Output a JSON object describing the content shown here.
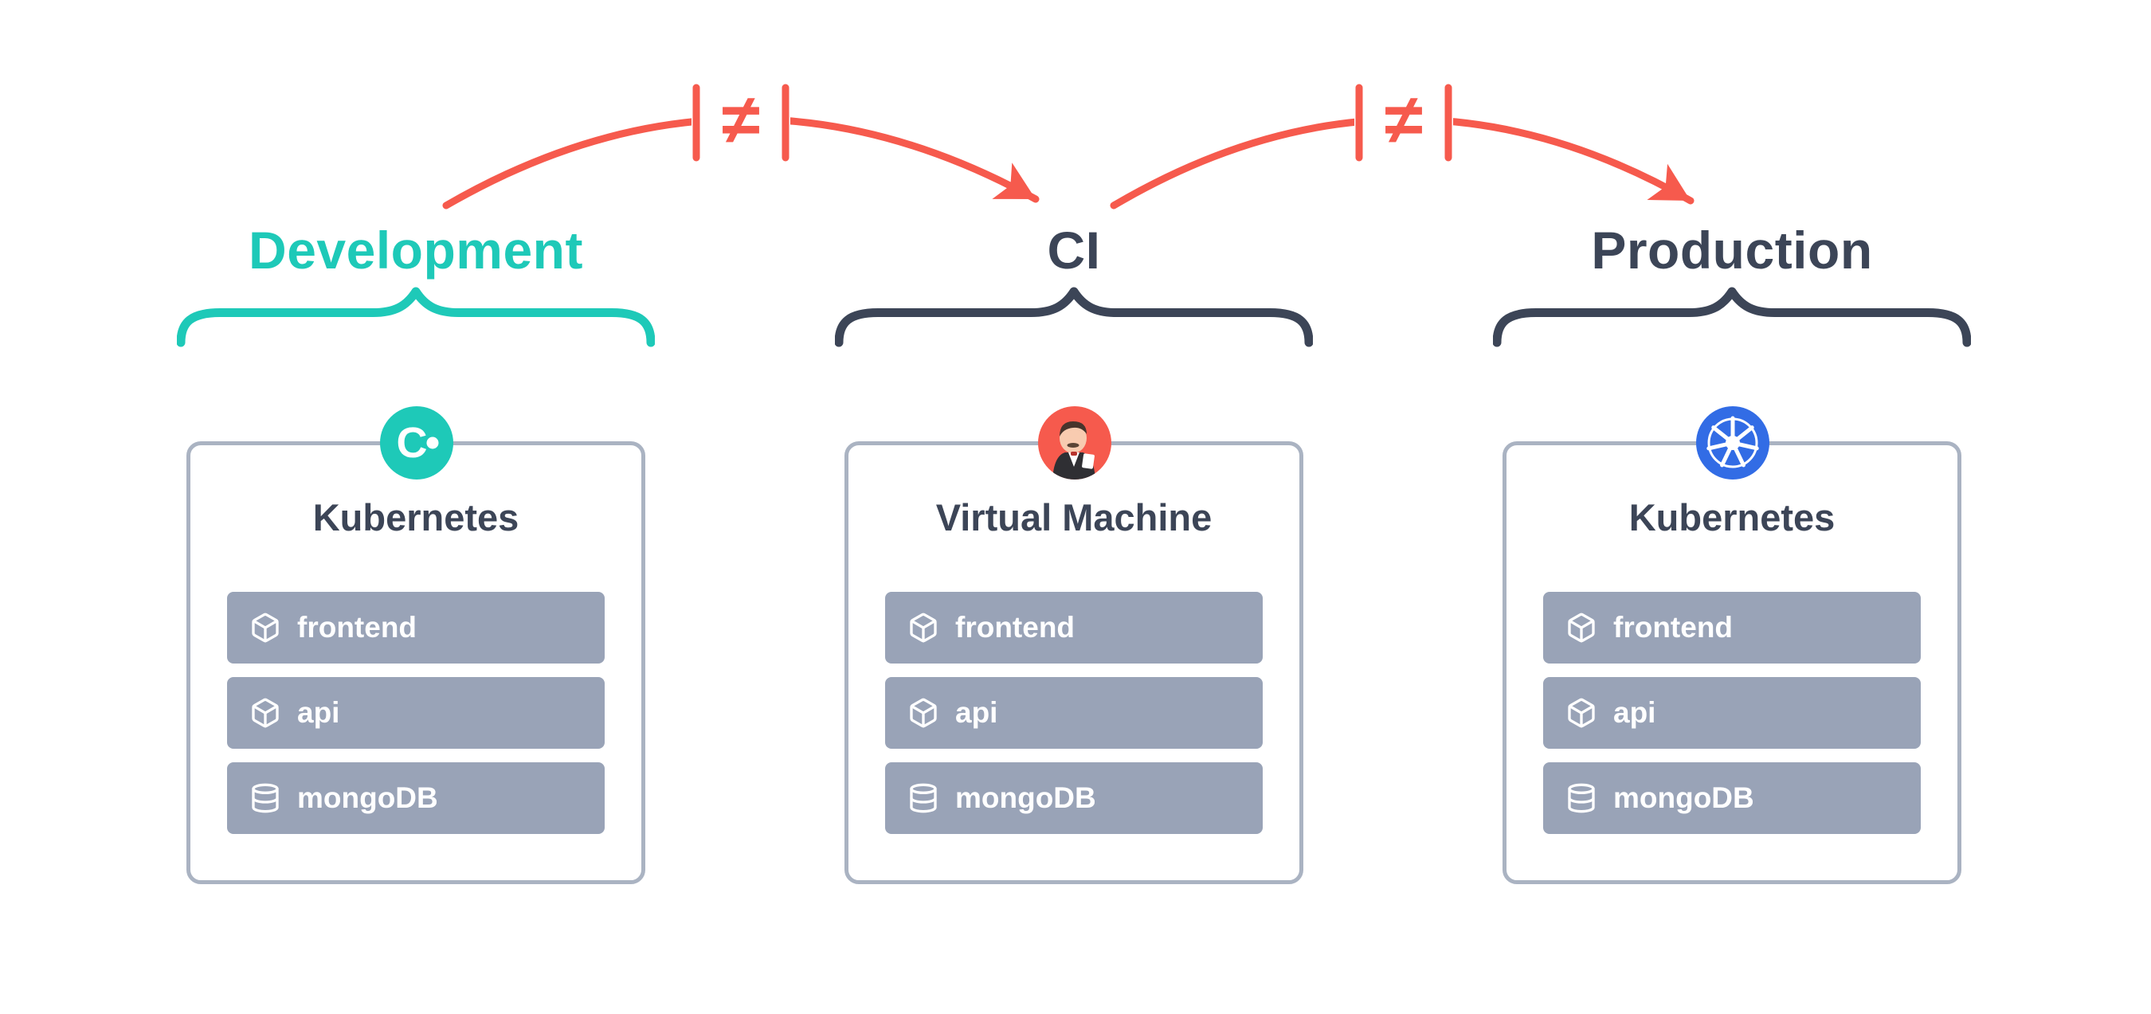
{
  "arrows": {
    "not_equal_symbol": "≠",
    "color": "#f65a4d"
  },
  "columns": [
    {
      "id": "development",
      "label": "Development",
      "heading": "Kubernetes",
      "icon": "c-dot-teal-icon",
      "items": [
        {
          "icon": "package-icon",
          "label": "frontend"
        },
        {
          "icon": "package-icon",
          "label": "api"
        },
        {
          "icon": "database-icon",
          "label": "mongoDB"
        }
      ]
    },
    {
      "id": "ci",
      "label": "CI",
      "heading": "Virtual Machine",
      "icon": "jenkins-icon",
      "items": [
        {
          "icon": "package-icon",
          "label": "frontend"
        },
        {
          "icon": "package-icon",
          "label": "api"
        },
        {
          "icon": "database-icon",
          "label": "mongoDB"
        }
      ]
    },
    {
      "id": "production",
      "label": "Production",
      "heading": "Kubernetes",
      "icon": "kubernetes-icon",
      "items": [
        {
          "icon": "package-icon",
          "label": "frontend"
        },
        {
          "icon": "package-icon",
          "label": "api"
        },
        {
          "icon": "database-icon",
          "label": "mongoDB"
        }
      ]
    }
  ],
  "colors": {
    "teal": "#1ec9b8",
    "navy": "#3c4557",
    "red": "#f65a4d",
    "row_background": "#99a3b7",
    "card_border": "#aab3c2",
    "kubernetes_blue": "#326ce5"
  }
}
